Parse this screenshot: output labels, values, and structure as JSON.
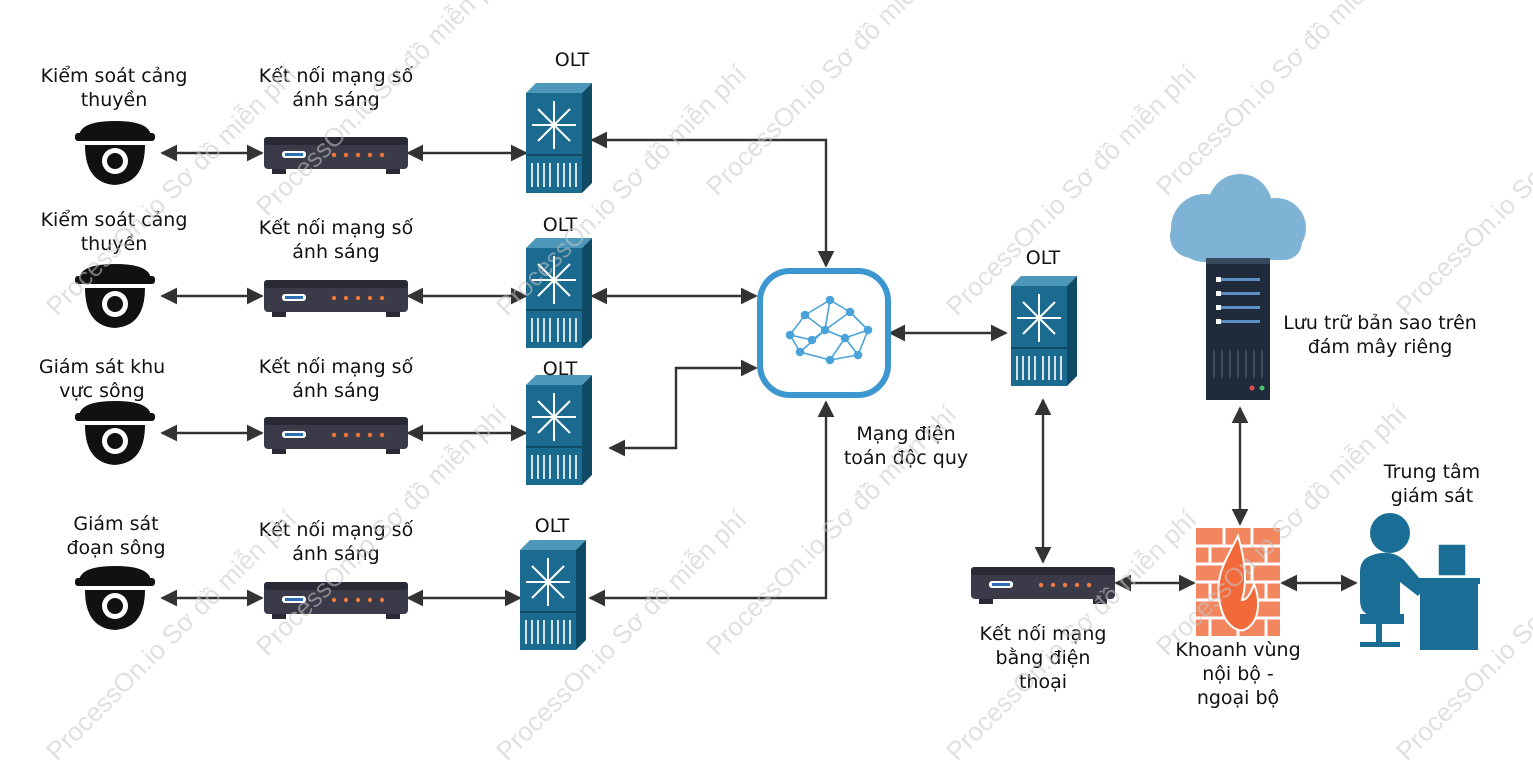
{
  "watermark": "ProcessOn.io Sơ đồ miễn phí",
  "labels": {
    "cam1": [
      "Kiểm soát cảng",
      "thuyền"
    ],
    "cam2": [
      "Kiểm soát cảng",
      "thuyền"
    ],
    "cam3": [
      "Giám sát khu",
      "vực sông"
    ],
    "cam4": [
      "Giám sát",
      "đoạn sông"
    ],
    "modem1": [
      "Kết nối mạng số",
      "ánh sáng"
    ],
    "modem2": [
      "Kết nối mạng số",
      "ánh sáng"
    ],
    "modem3": [
      "Kết nối mạng số",
      "ánh sáng"
    ],
    "modem4": [
      "Kết nối mạng số",
      "ánh sáng"
    ],
    "olt1": "OLT",
    "olt2": "OLT",
    "olt3": "OLT",
    "olt4": "OLT",
    "olt5": "OLT",
    "network": [
      "Mạng điện",
      "toán độc quy"
    ],
    "storage": [
      "Lưu trữ bản sao trên",
      "đám mây riêng"
    ],
    "monitor": [
      "Trung tâm",
      "giám sát"
    ],
    "phone_modem": [
      "Kết nối mạng",
      "bằng điện",
      "thoại"
    ],
    "firewall": [
      "Khoanh vùng",
      "nội bộ -",
      "ngoại bộ"
    ]
  },
  "colors": {
    "olt_face": "#1b6a8f",
    "olt_side": "#0f4a66",
    "camera": "#111111",
    "modem": "#3a3a48",
    "cloud": "#7eb3d6",
    "network_border": "#3c96d0",
    "firewall": "#f2865f",
    "person": "#1a6d95",
    "arrow": "#333333"
  },
  "icons": [
    "camera-icon",
    "modem-icon",
    "olt-switch-icon",
    "network-cloud-icon",
    "cloud-icon",
    "server-icon",
    "firewall-icon",
    "person-desk-icon"
  ]
}
